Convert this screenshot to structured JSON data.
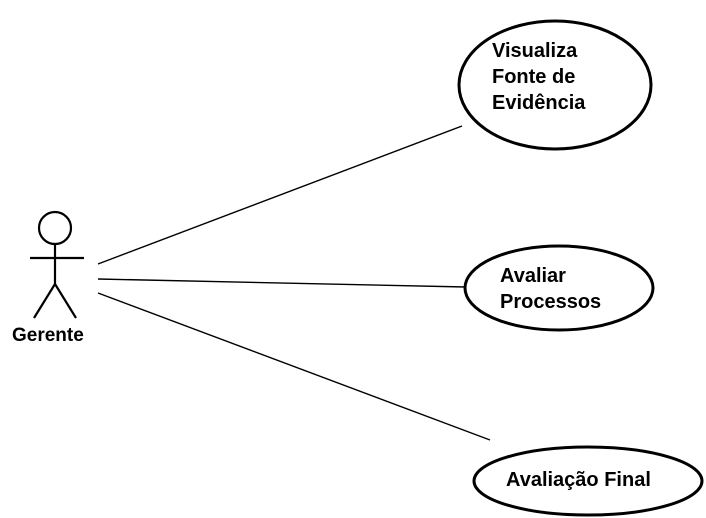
{
  "diagram": {
    "actor": {
      "name": "Gerente"
    },
    "use_cases": [
      {
        "lines": [
          "Visualiza",
          "Fonte de",
          "Evidência"
        ]
      },
      {
        "lines": [
          "Avaliar",
          "Processos"
        ]
      },
      {
        "lines": [
          "Avaliação Final"
        ]
      }
    ],
    "colors": {
      "stroke": "#000000",
      "background": "#ffffff"
    }
  }
}
